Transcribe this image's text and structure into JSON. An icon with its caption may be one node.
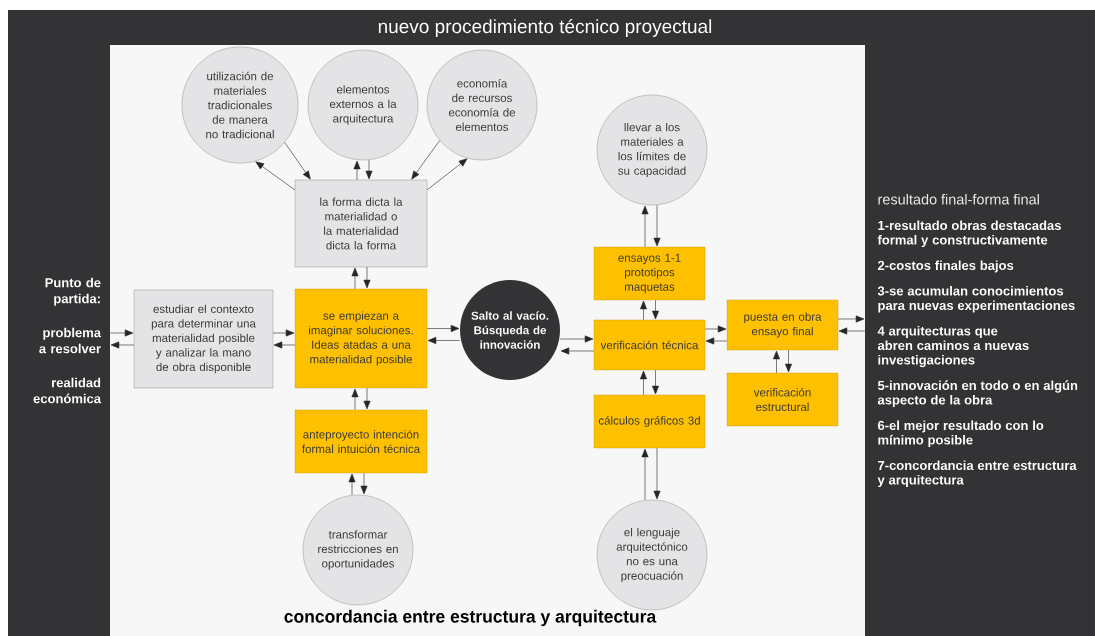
{
  "diagram": {
    "title": "nuevo procedimiento técnico proyectual",
    "caption": "concordancia entre estructura y arquitectura",
    "nodes": [
      {
        "text": [
          "Punto de partida:",
          "problema a resolver",
          "realidad económica"
        ]
      },
      {
        "text": [
          "resultado final-forma final",
          "1-resultado obras destacadas formal y constructivamente",
          "2-costos finales bajos",
          "3-se acumulan conocimientos para nuevas experimentaciones",
          "4 arquitecturas que abren caminos a nuevas investigaciones",
          "5-innovación en todo o en algún aspecto de la obra",
          "6-el mejor resultado con lo mínimo posible",
          "7-concordancia entre estructura y arquitectura"
        ]
      },
      {
        "text": [
          "utilización de materiales tradicionales de manera no tradicional"
        ]
      },
      {
        "text": [
          "elementos externos a la arquitectura"
        ]
      },
      {
        "text": [
          "economía de recursos economía de elementos"
        ]
      },
      {
        "text": [
          "la forma dicta la materialidad o la materialidad dicta la forma"
        ]
      },
      {
        "text": [
          "estudiar el contexto para determinar una materialidad posible y analizar la mano de obra disponible"
        ]
      },
      {
        "text": [
          "se empiezan a imaginar soluciones. Ideas atadas a una materialidad posible"
        ]
      },
      {
        "text": [
          "anteproyecto intención formal intuición técnica"
        ]
      },
      {
        "text": [
          "transformar restricciones en oportunidades"
        ]
      },
      {
        "text": [
          "Salto al vacío. Búsqueda de innovación"
        ]
      },
      {
        "text": [
          "llevar a los materiales a los límites de su capacidad"
        ]
      },
      {
        "text": [
          "ensayos 1-1 prototipos maquetas"
        ]
      },
      {
        "text": [
          "verificación técnica"
        ]
      },
      {
        "text": [
          "cálculos gráficos 3d"
        ]
      },
      {
        "text": [
          "el lenguaje arquitectónico no es una preocuación"
        ]
      },
      {
        "text": [
          "puesta en obra ensayo final"
        ]
      },
      {
        "text": [
          "verificación estructural"
        ]
      }
    ],
    "edges": [
      {
        "from": 2,
        "to": 5,
        "arrow": "to"
      },
      {
        "from": 5,
        "to": 2,
        "arrow": "to"
      },
      {
        "from": 3,
        "to": 5,
        "arrow": "to"
      },
      {
        "from": 5,
        "to": 3,
        "arrow": "to"
      },
      {
        "from": 4,
        "to": 5,
        "arrow": "to"
      },
      {
        "from": 5,
        "to": 4,
        "arrow": "to"
      },
      {
        "from": 5,
        "to": 7,
        "arrow": "to"
      },
      {
        "from": 7,
        "to": 5,
        "arrow": "to"
      },
      {
        "from": 0,
        "to": 6,
        "arrow": "to"
      },
      {
        "from": 6,
        "to": 0,
        "arrow": "to"
      },
      {
        "from": 6,
        "to": 7,
        "arrow": "to"
      },
      {
        "from": 7,
        "to": 6,
        "arrow": "to"
      },
      {
        "from": 7,
        "to": 10,
        "arrow": "to"
      },
      {
        "from": 10,
        "to": 7,
        "arrow": "to"
      },
      {
        "from": 7,
        "to": 8,
        "arrow": "to"
      },
      {
        "from": 8,
        "to": 7,
        "arrow": "to"
      },
      {
        "from": 8,
        "to": 9,
        "arrow": "to"
      },
      {
        "from": 9,
        "to": 8,
        "arrow": "to"
      },
      {
        "from": 10,
        "to": 13,
        "arrow": "to"
      },
      {
        "from": 13,
        "to": 10,
        "arrow": "to"
      },
      {
        "from": 13,
        "to": 12,
        "arrow": "to"
      },
      {
        "from": 12,
        "to": 13,
        "arrow": "to"
      },
      {
        "from": 12,
        "to": 11,
        "arrow": "to"
      },
      {
        "from": 11,
        "to": 12,
        "arrow": "to"
      },
      {
        "from": 13,
        "to": 14,
        "arrow": "to"
      },
      {
        "from": 14,
        "to": 13,
        "arrow": "to"
      },
      {
        "from": 14,
        "to": 15,
        "arrow": "to"
      },
      {
        "from": 15,
        "to": 14,
        "arrow": "to"
      },
      {
        "from": 13,
        "to": 16,
        "arrow": "to"
      },
      {
        "from": 16,
        "to": 13,
        "arrow": "to"
      },
      {
        "from": 16,
        "to": 17,
        "arrow": "to"
      },
      {
        "from": 17,
        "to": 16,
        "arrow": "to"
      },
      {
        "from": 16,
        "to": 1,
        "arrow": "to"
      },
      {
        "from": 1,
        "to": 16,
        "arrow": "to"
      }
    ]
  }
}
